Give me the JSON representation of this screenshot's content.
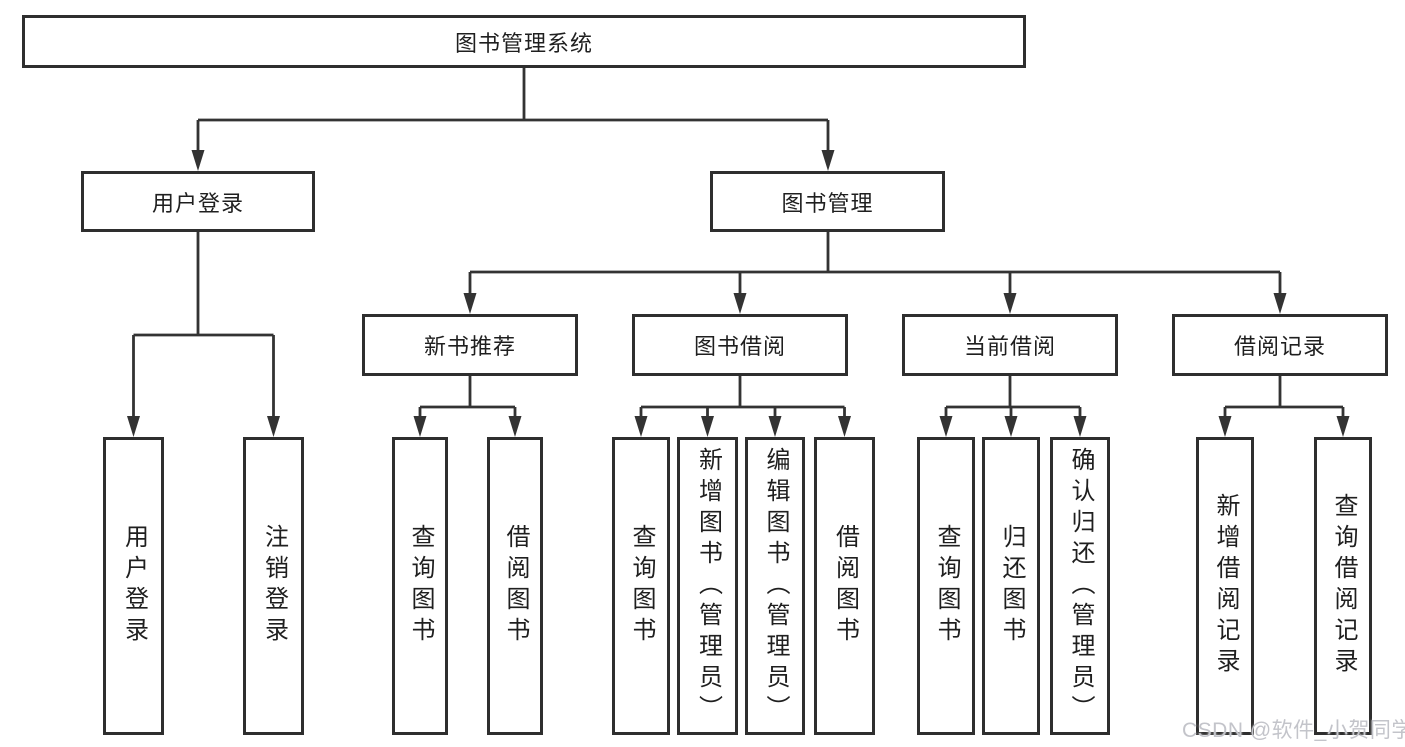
{
  "diagram": {
    "root": {
      "label": "图书管理系统"
    },
    "branches": {
      "user_login": {
        "label": "用户登录",
        "children": {
          "login": {
            "label": "用户登录"
          },
          "logout": {
            "label": "注销登录"
          }
        }
      },
      "book_mgmt": {
        "label": "图书管理",
        "children": {
          "new_book_rec": {
            "label": "新书推荐",
            "children": {
              "query_book": {
                "label": "查询图书"
              },
              "borrow_book": {
                "label": "借阅图书"
              }
            }
          },
          "book_borrow": {
            "label": "图书借阅",
            "children": {
              "query_book": {
                "label": "查询图书"
              },
              "add_book": {
                "label": "新增图书（管理员）"
              },
              "edit_book": {
                "label": "编辑图书（管理员）"
              },
              "borrow_book": {
                "label": "借阅图书"
              }
            }
          },
          "current_borrow": {
            "label": "当前借阅",
            "children": {
              "query_book": {
                "label": "查询图书"
              },
              "return_book": {
                "label": "归还图书"
              },
              "confirm_return": {
                "label": "确认归还（管理员）"
              }
            }
          },
          "borrow_record": {
            "label": "借阅记录",
            "children": {
              "add_record": {
                "label": "新增借阅记录"
              },
              "query_record": {
                "label": "查询借阅记录"
              }
            }
          }
        }
      }
    }
  },
  "watermark": {
    "text": "CSDN @软件_小贺同学"
  },
  "colors": {
    "background": "#ffffff",
    "box_border": "#2e2e2e",
    "connector_line": "#333333",
    "text": "#1f1f1f",
    "watermark_text": "#c3c4ca"
  }
}
